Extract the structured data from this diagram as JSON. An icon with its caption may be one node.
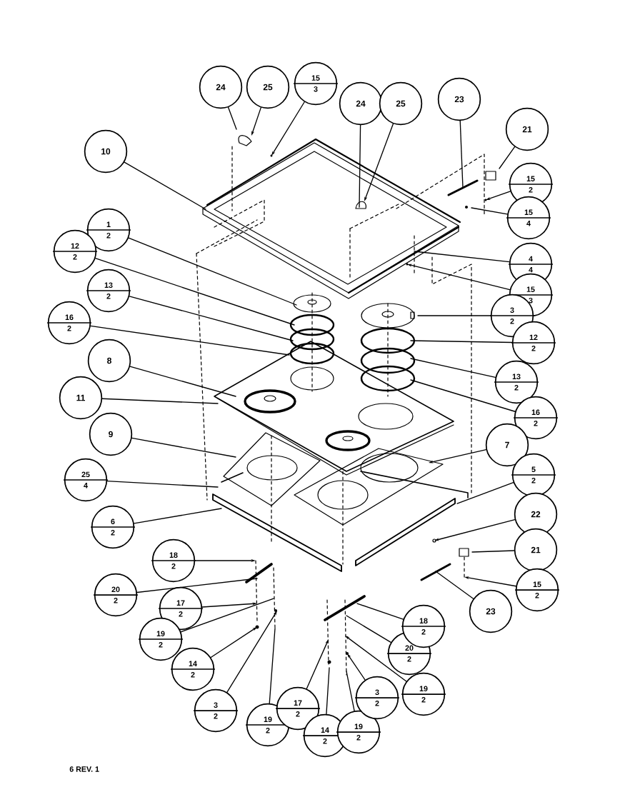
{
  "diagram": {
    "nodes": [
      {
        "text": [
          "24"
        ]
      },
      {
        "text": [
          "25"
        ]
      },
      {
        "text": [
          "15",
          "3"
        ]
      },
      {
        "text": [
          "24"
        ]
      },
      {
        "text": [
          "25"
        ]
      },
      {
        "text": [
          "23"
        ]
      },
      {
        "text": [
          "21"
        ]
      },
      {
        "text": [
          "15",
          "2"
        ]
      },
      {
        "text": [
          "15",
          "4"
        ]
      },
      {
        "text": [
          "10"
        ]
      },
      {
        "text": [
          "4",
          "4"
        ]
      },
      {
        "text": [
          "15",
          "3"
        ]
      },
      {
        "text": [
          "1",
          "2"
        ]
      },
      {
        "text": [
          "12",
          "2"
        ]
      },
      {
        "text": [
          "13",
          "2"
        ]
      },
      {
        "text": [
          "16",
          "2"
        ]
      },
      {
        "text": [
          "8"
        ]
      },
      {
        "text": [
          "11"
        ]
      },
      {
        "text": [
          "3",
          "2"
        ]
      },
      {
        "text": [
          "12",
          "2"
        ]
      },
      {
        "text": [
          "13",
          "2"
        ]
      },
      {
        "text": [
          "16",
          "2"
        ]
      },
      {
        "text": [
          "9"
        ]
      },
      {
        "text": [
          "7"
        ]
      },
      {
        "text": [
          "25",
          "4"
        ]
      },
      {
        "text": [
          "5",
          "2"
        ]
      },
      {
        "text": [
          "6",
          "2"
        ]
      },
      {
        "text": [
          "22"
        ]
      },
      {
        "text": [
          "21"
        ]
      },
      {
        "text": [
          "18",
          "2"
        ]
      },
      {
        "text": [
          "20",
          "2"
        ]
      },
      {
        "text": [
          "15",
          "2"
        ]
      },
      {
        "text": [
          "23"
        ]
      },
      {
        "text": [
          "17",
          "2"
        ]
      },
      {
        "text": [
          "19",
          "2"
        ]
      },
      {
        "text": [
          "14",
          "2"
        ]
      },
      {
        "text": [
          "3",
          "2"
        ]
      },
      {
        "text": [
          "19",
          "2"
        ]
      },
      {
        "text": [
          "17",
          "2"
        ]
      },
      {
        "text": [
          "14",
          "2"
        ]
      },
      {
        "text": [
          "19",
          "2"
        ]
      },
      {
        "text": [
          "3",
          "2"
        ]
      },
      {
        "text": [
          "19",
          "2"
        ]
      },
      {
        "text": [
          "20",
          "2"
        ]
      },
      {
        "text": [
          "18",
          "2"
        ]
      }
    ],
    "edges": [
      {
        "from": 0,
        "to": null,
        "arrow": "none"
      },
      {
        "from": 1,
        "to": null,
        "arrow": "to"
      },
      {
        "from": 2,
        "to": null,
        "arrow": "to"
      },
      {
        "from": 3,
        "to": null,
        "arrow": "none"
      },
      {
        "from": 4,
        "to": null,
        "arrow": "to"
      },
      {
        "from": 5,
        "to": null,
        "arrow": "none"
      },
      {
        "from": 6,
        "to": null,
        "arrow": "none"
      },
      {
        "from": 7,
        "to": null,
        "arrow": "to"
      },
      {
        "from": 8,
        "to": null,
        "arrow": "none"
      },
      {
        "from": 9,
        "to": null,
        "arrow": "none"
      },
      {
        "from": 10,
        "to": null,
        "arrow": "none"
      },
      {
        "from": 11,
        "to": null,
        "arrow": "to"
      },
      {
        "from": 12,
        "to": null,
        "arrow": "none"
      },
      {
        "from": 13,
        "to": null,
        "arrow": "none"
      },
      {
        "from": 14,
        "to": null,
        "arrow": "none"
      },
      {
        "from": 15,
        "to": null,
        "arrow": "none"
      },
      {
        "from": 16,
        "to": null,
        "arrow": "none"
      },
      {
        "from": 17,
        "to": null,
        "arrow": "none"
      },
      {
        "from": 18,
        "to": null,
        "arrow": "none"
      },
      {
        "from": 19,
        "to": null,
        "arrow": "none"
      },
      {
        "from": 20,
        "to": null,
        "arrow": "none"
      },
      {
        "from": 21,
        "to": null,
        "arrow": "none"
      },
      {
        "from": 22,
        "to": null,
        "arrow": "none"
      },
      {
        "from": 23,
        "to": null,
        "arrow": "to"
      },
      {
        "from": 24,
        "to": null,
        "arrow": "none"
      },
      {
        "from": 25,
        "to": null,
        "arrow": "none"
      },
      {
        "from": 26,
        "to": null,
        "arrow": "none"
      },
      {
        "from": 27,
        "to": null,
        "arrow": "to"
      },
      {
        "from": 28,
        "to": null,
        "arrow": "none"
      },
      {
        "from": 29,
        "to": null,
        "arrow": "to"
      },
      {
        "from": 30,
        "to": null,
        "arrow": "none"
      },
      {
        "from": 31,
        "to": null,
        "arrow": "to"
      },
      {
        "from": 32,
        "to": null,
        "arrow": "none"
      },
      {
        "from": 33,
        "to": null,
        "arrow": "to"
      },
      {
        "from": 34,
        "to": null,
        "arrow": "none"
      },
      {
        "from": 35,
        "to": null,
        "arrow": "to"
      },
      {
        "from": 36,
        "to": null,
        "arrow": "to"
      },
      {
        "from": 37,
        "to": null,
        "arrow": "none"
      },
      {
        "from": 38,
        "to": null,
        "arrow": "to"
      },
      {
        "from": 39,
        "to": null,
        "arrow": "none"
      },
      {
        "from": 40,
        "to": null,
        "arrow": "none"
      },
      {
        "from": 41,
        "to": null,
        "arrow": "to"
      },
      {
        "from": 42,
        "to": null,
        "arrow": "to"
      },
      {
        "from": 43,
        "to": null,
        "arrow": "none"
      },
      {
        "from": 44,
        "to": null,
        "arrow": "none"
      }
    ],
    "labels": [
      "6 REV. 1"
    ]
  }
}
